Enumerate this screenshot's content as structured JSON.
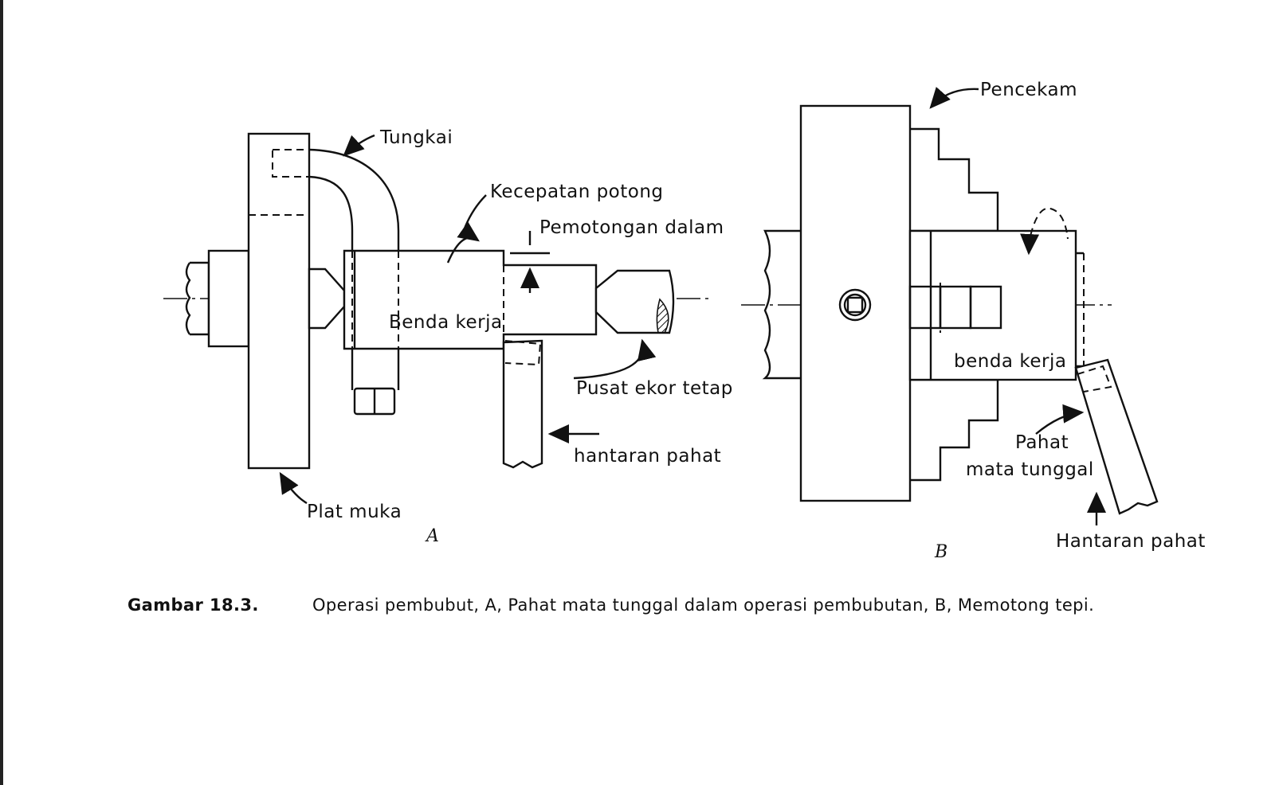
{
  "figure": {
    "panel_a": {
      "label": "A",
      "tungkai": "Tungkai",
      "kecepatan_potong": "Kecepatan potong",
      "pemotongan_dalam": "Pemotongan dalam",
      "benda_kerja": "Benda kerja",
      "pusat_ekor_tetap": "Pusat ekor tetap",
      "hantaran_pahat": "hantaran pahat",
      "plat_muka": "Plat muka"
    },
    "panel_b": {
      "label": "B",
      "pencekam": "Pencekam",
      "benda_kerja": "benda kerja",
      "pahat_line1": "Pahat",
      "pahat_line2": "mata tunggal",
      "hantaran_pahat": "Hantaran pahat"
    }
  },
  "caption": {
    "number": "Gambar 18.3.",
    "text": "Operasi pembubut, A, Pahat mata tunggal dalam operasi pembubutan, B, Memotong tepi."
  }
}
